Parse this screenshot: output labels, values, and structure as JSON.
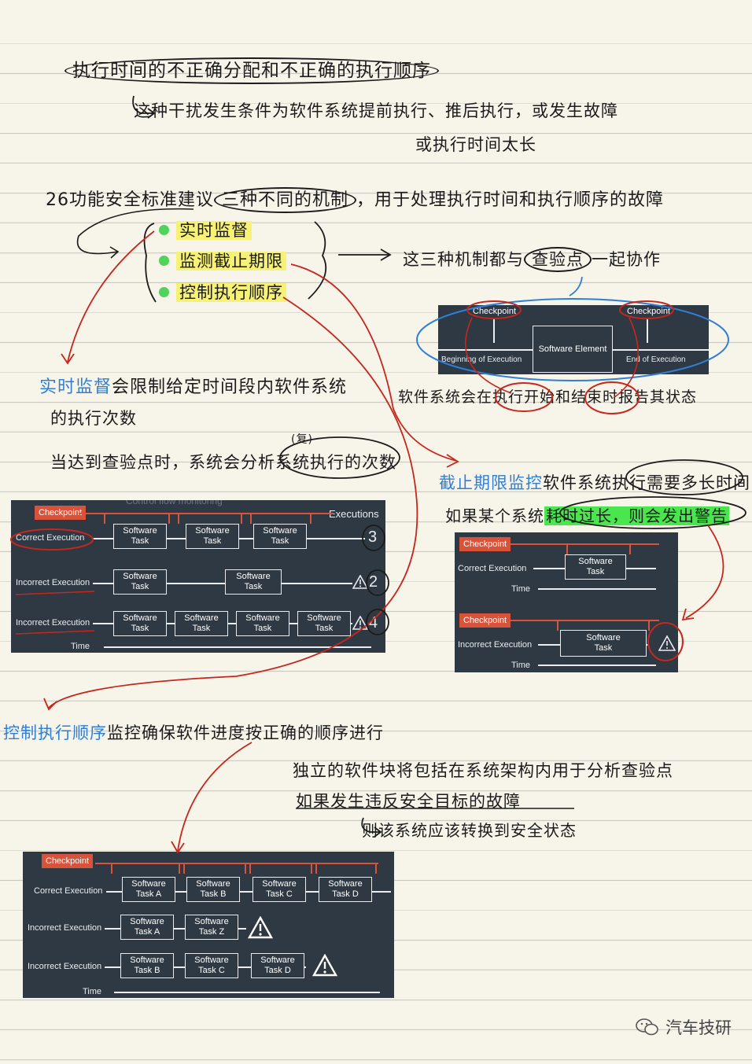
{
  "notes": {
    "title": "执行时间的不正确分配和不正确的执行顺序",
    "line1": "这种干扰发生条件为软件系统提前执行、推后执行，或发生故障",
    "line2": "或执行时间太长",
    "standard_prefix": "26功能安全标准建议",
    "standard_circled": "三种不同的机制",
    "standard_suffix": "，用于处理执行时间和执行顺序的故障",
    "bullets": [
      "实时监督",
      "监测截止期限",
      "控制执行顺序"
    ],
    "bullets_note_prefix": "这三种机制都与",
    "bullets_note_circled": "查验点",
    "bullets_note_suffix": "一起协作",
    "element_note": "软件系统会在执行开始和结束时报告其状态",
    "realtime_term": "实时监督",
    "realtime_desc1": "会限制给定时间段内软件系统",
    "realtime_desc2": "的执行次数",
    "realtime_desc3": "当达到查验点时，系统会分析系统执行的次数",
    "realtime_annot": "(复)",
    "deadline_term": "截止期限监控",
    "deadline_desc1": "软件系统执行需要多长时间",
    "deadline_desc2_a": "如果某个系统",
    "deadline_desc2_b": "耗时过长，则会发出警告",
    "order_term": "控制执行顺序",
    "order_desc1": "监控确保软件进度按正确的顺序进行",
    "order_desc2": "独立的软件块将包括在系统架构内用于分析查验点",
    "order_desc3": "如果发生违反安全目标的故障",
    "order_desc4": "则该系统应该转换到安全状态"
  },
  "element_diagram": {
    "checkpoint_left": "Checkpoint",
    "checkpoint_right": "Checkpoint",
    "center": "Software Element",
    "left_label": "Beginning of Execution",
    "right_label": "End of Execution"
  },
  "realtime_diagram": {
    "checkpoint": "Checkpoint",
    "watermark": "Control flow monitoring",
    "executions_label": "Executions",
    "rows": [
      {
        "label": "Correct Execution",
        "tasks": [
          "Software\nTask",
          "Software\nTask",
          "Software\nTask"
        ],
        "count": "3"
      },
      {
        "label": "Incorrect Execution",
        "tasks": [
          "Software\nTask",
          "Software\nTask"
        ],
        "count": "2"
      },
      {
        "label": "Incorrect Execution",
        "tasks": [
          "Software\nTask",
          "Software\nTask",
          "Software\nTask",
          "Software\nTask"
        ],
        "count": "4"
      }
    ],
    "time_label": "Time"
  },
  "deadline_diagram": {
    "top": {
      "checkpoint": "Checkpoint",
      "label": "Correct Execution",
      "task": "Software\nTask",
      "time": "Time"
    },
    "bottom": {
      "checkpoint": "Checkpoint",
      "label": "Incorrect Execution",
      "task": "Software\nTask",
      "time": "Time"
    }
  },
  "order_diagram": {
    "checkpoint": "Checkpoint",
    "rows": [
      {
        "label": "Correct Execution",
        "tasks": [
          "Software\nTask A",
          "Software\nTask B",
          "Software\nTask C",
          "Software\nTask D"
        ]
      },
      {
        "label": "Incorrect Execution",
        "tasks": [
          "Software\nTask A",
          "Software\nTask Z"
        ]
      },
      {
        "label": "Incorrect Execution",
        "tasks": [
          "Software\nTask B",
          "Software\nTask C",
          "Software\nTask D"
        ]
      }
    ],
    "time_label": "Time"
  },
  "branding": {
    "logo_text": "汽车技研",
    "logo_icon": "wechat-icon"
  },
  "colors": {
    "panel": "#2f3943",
    "checkpoint": "#d9533a",
    "red_ink": "#c6271d",
    "blue_ink": "#2f7fd6",
    "highlight_yellow": "#f7f176",
    "highlight_green": "#49e64d"
  }
}
